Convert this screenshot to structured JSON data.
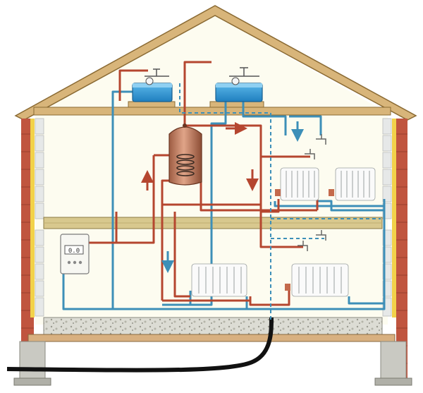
{
  "display": {
    "panel_readout": "0.0"
  },
  "colors": {
    "hot_pipe": "#b5462f",
    "cold_pipe": "#3d8fb8",
    "tank_water": "#2f9ad6",
    "cylinder": "#c8866a",
    "roof_timber": "#d8b57a",
    "wall_brick": "#c0553f",
    "insulation": "#f2d24a",
    "interior": "#fdfcf0"
  },
  "components": [
    {
      "name": "feed-and-expansion-tank",
      "icon": "cistern-icon"
    },
    {
      "name": "cold-water-storage-tank",
      "icon": "cistern-icon"
    },
    {
      "name": "hot-water-cylinder",
      "icon": "cylinder-icon"
    },
    {
      "name": "boiler",
      "icon": "boiler-icon"
    },
    {
      "name": "radiator",
      "icon": "radiator-icon",
      "count": 4
    },
    {
      "name": "tap",
      "icon": "tap-icon",
      "count": 4
    },
    {
      "name": "flow-arrow-down",
      "icon": "arrow-down-icon",
      "count": 3
    },
    {
      "name": "flow-arrow-up",
      "icon": "arrow-up-icon",
      "count": 1
    },
    {
      "name": "flow-arrow-right",
      "icon": "arrow-right-icon",
      "count": 1
    },
    {
      "name": "mains-supply-pipe",
      "icon": "pipe-icon"
    }
  ]
}
